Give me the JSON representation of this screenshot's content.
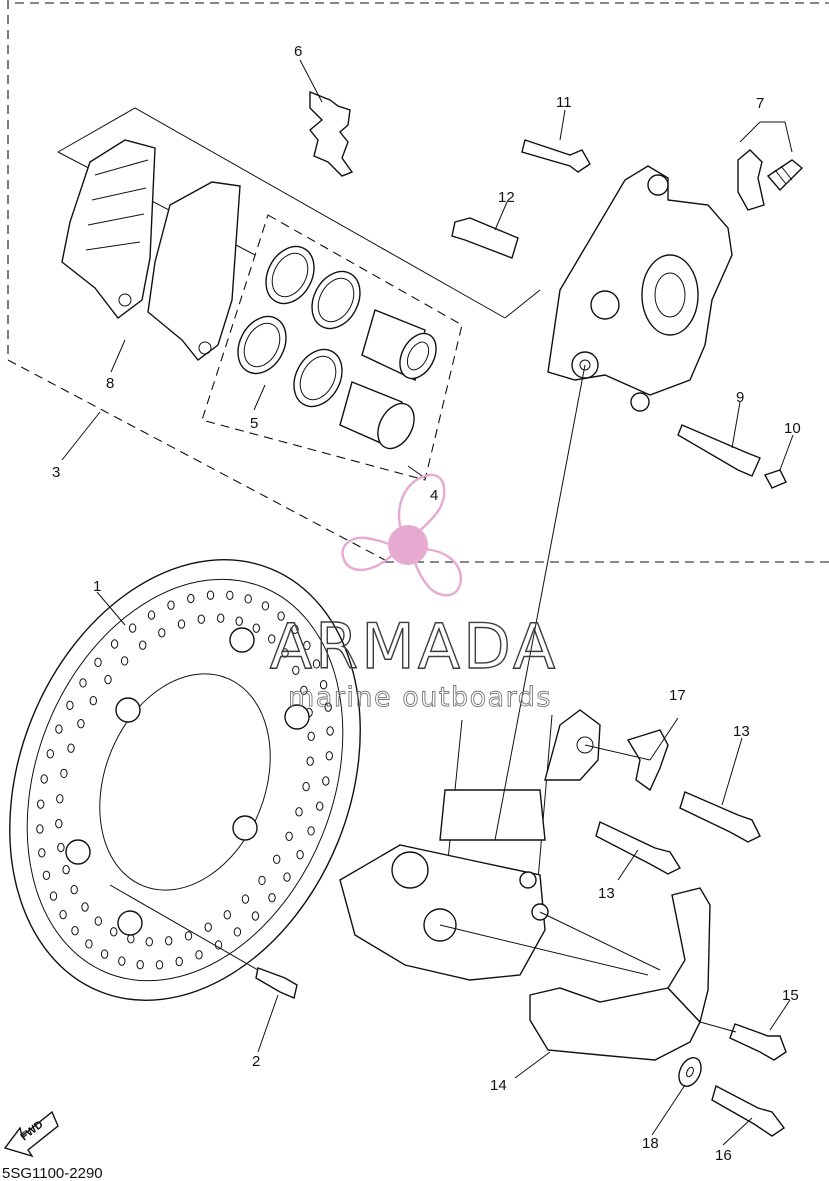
{
  "diagram": {
    "reference_code": "5SG1100-2290",
    "fwd_label": "FWD",
    "callouts": [
      {
        "id": "1",
        "text": "1"
      },
      {
        "id": "2",
        "text": "2"
      },
      {
        "id": "3",
        "text": "3"
      },
      {
        "id": "4",
        "text": "4"
      },
      {
        "id": "5",
        "text": "5"
      },
      {
        "id": "6",
        "text": "6"
      },
      {
        "id": "7",
        "text": "7"
      },
      {
        "id": "8",
        "text": "8"
      },
      {
        "id": "9",
        "text": "9"
      },
      {
        "id": "10",
        "text": "10"
      },
      {
        "id": "11",
        "text": "11"
      },
      {
        "id": "12",
        "text": "12"
      },
      {
        "id": "13a",
        "text": "13"
      },
      {
        "id": "13b",
        "text": "13"
      },
      {
        "id": "14",
        "text": "14"
      },
      {
        "id": "15",
        "text": "15"
      },
      {
        "id": "16",
        "text": "16"
      },
      {
        "id": "17",
        "text": "17"
      },
      {
        "id": "18",
        "text": "18"
      }
    ]
  },
  "watermark": {
    "brand": "ARMADA",
    "tagline": "marine outboards",
    "color": "#e6a9cf"
  }
}
